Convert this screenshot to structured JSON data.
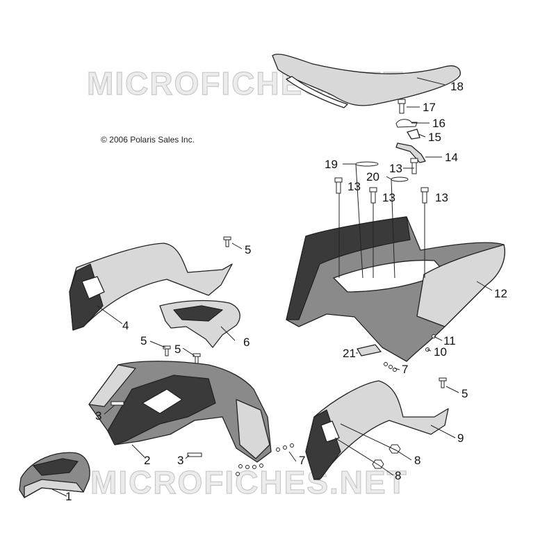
{
  "copyright": "© 2006 Polaris Sales Inc.",
  "watermark": "MICROFICHES.NET",
  "callouts": [
    "1",
    "2",
    "3",
    "3",
    "4",
    "5",
    "5",
    "5",
    "5",
    "6",
    "7",
    "7",
    "8",
    "8",
    "9",
    "10",
    "11",
    "12",
    "13",
    "13",
    "13",
    "13",
    "14",
    "15",
    "16",
    "17",
    "18",
    "19",
    "20",
    "21"
  ]
}
